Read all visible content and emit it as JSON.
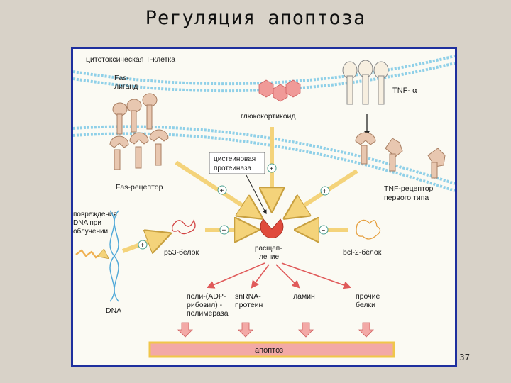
{
  "slide": {
    "title": "Регуляция апоптоза",
    "page_number": "37"
  },
  "diagram": {
    "cell_label": "цитотоксическая Т-клетка",
    "fas_ligand": [
      "Fas-",
      "лиганд"
    ],
    "glucocorticoid": "глюкокортикоид",
    "tnf_alpha": "TNF- α",
    "cysteine_protease": [
      "цистеиновая",
      "протеиназа"
    ],
    "fas_receptor": "Fas-рецептор",
    "tnf_receptor": [
      "TNF-рецептор",
      "первого типа"
    ],
    "dna_damage": [
      "повреждения",
      "DNA при",
      "облучении"
    ],
    "p53": "p53-белок",
    "bcl2": "bcl-2-белок",
    "cleavage": [
      "расщеп-",
      "ление"
    ],
    "dna": "DNA",
    "targets": [
      [
        "поли-(ADP-",
        "рибозил) -",
        "полимераза"
      ],
      [
        "snRNA-",
        "протеин"
      ],
      [
        "ламин"
      ],
      [
        "прочие",
        "белки"
      ]
    ],
    "apoptosis": "апоптоз",
    "signs": {
      "plus": "+",
      "minus": "−"
    },
    "colors": {
      "frame": "#1e2f9e",
      "membrane": "#8fd0e8",
      "receptor": "#e8c7b0",
      "protease": "#e04a3c",
      "arrow_yellow": "#f4d37a",
      "arrow_red": "#e05a5a",
      "apoptosis_bar": "#f3a9a6"
    }
  }
}
